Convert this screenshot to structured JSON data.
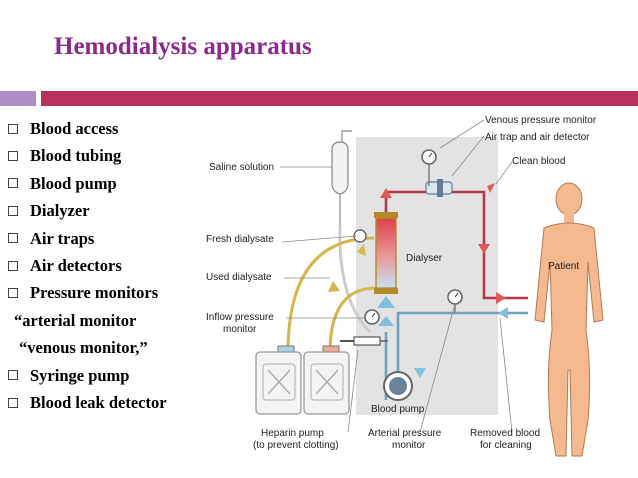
{
  "slide": {
    "title": "Hemodialysis apparatus",
    "bullets": [
      {
        "text": "Blood access",
        "marker": "checkbox"
      },
      {
        "text": "Blood tubing",
        "marker": "checkbox"
      },
      {
        "text": "Blood pump",
        "marker": "checkbox"
      },
      {
        "text": "Dialyzer",
        "marker": "checkbox"
      },
      {
        "text": "Air traps",
        "marker": "checkbox"
      },
      {
        "text": "Air detectors",
        "marker": "checkbox"
      },
      {
        "text": "Pressure monitors",
        "marker": "checkbox"
      },
      {
        "text": "“arterial monitor",
        "marker": "none"
      },
      {
        "text": "“venous monitor,”",
        "marker": "none"
      },
      {
        "text": "Syringe pump",
        "marker": "checkbox"
      },
      {
        "text": "Blood leak detector",
        "marker": "checkbox"
      }
    ]
  },
  "diagram": {
    "labels": {
      "venous_pressure_monitor": "Venous pressure monitor",
      "air_trap_detector": "Air trap and air detector",
      "clean_blood": "Clean blood",
      "saline_solution": "Saline solution",
      "fresh_dialysate": "Fresh dialysate",
      "dialyser": "Dialyser",
      "used_dialysate": "Used dialysate",
      "inflow_pressure_1": "Inflow pressure",
      "inflow_pressure_2": "monitor",
      "patient": "Patient",
      "blood_pump": "Blood pump",
      "heparin_pump_1": "Heparin pump",
      "heparin_pump_2": "(to prevent clotting)",
      "arterial_pressure_1": "Arterial pressure",
      "arterial_pressure_2": "monitor",
      "removed_blood_1": "Removed blood",
      "removed_blood_2": "for cleaning"
    },
    "colors": {
      "title": "#8b2a8e",
      "bar_accent": "#b08cc7",
      "bar_main": "#b8315c",
      "clean_blood_line": "#b03a48",
      "removed_blood_line": "#6fa3bd",
      "dialysate_line": "#d6b44e",
      "patient_skin": "#f5b98f"
    }
  }
}
